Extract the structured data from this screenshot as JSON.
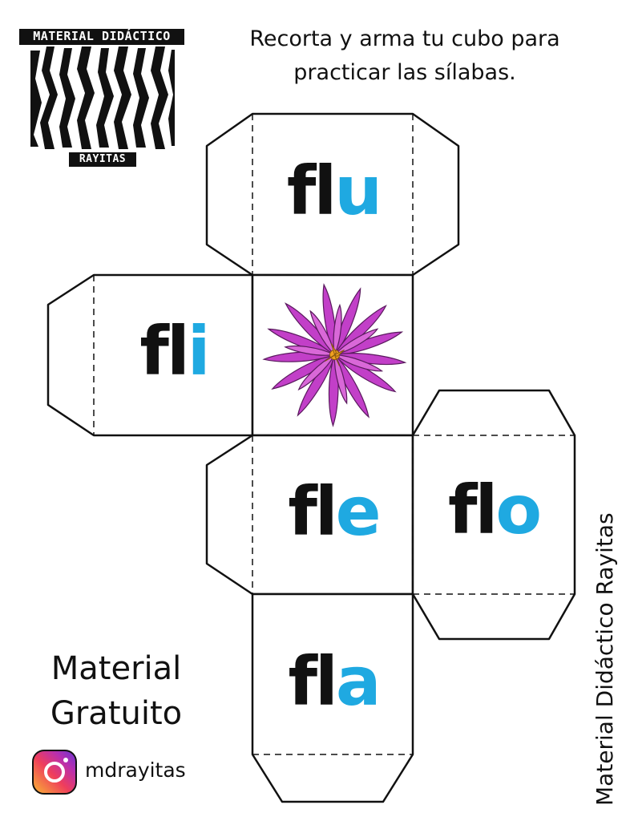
{
  "logo": {
    "top_text": "MATERIAL DIDÁCTICO",
    "bottom_text": "RAYITAS"
  },
  "instructions": {
    "line1": "Recorta y arma tu cubo para",
    "line2": "practicar las sílabas."
  },
  "cube": {
    "faces": [
      {
        "consonants": "fl",
        "vowel": "u"
      },
      {
        "consonants": "fl",
        "vowel": "i"
      },
      {
        "consonants": "fl",
        "vowel": "e"
      },
      {
        "consonants": "fl",
        "vowel": "o"
      },
      {
        "consonants": "fl",
        "vowel": "a"
      }
    ],
    "center_image": "purple-flower"
  },
  "promo": {
    "line1": "Material",
    "line2": "Gratuito"
  },
  "social": {
    "icon": "instagram-icon",
    "handle": "mdrayitas"
  },
  "side_credit": "Material Didáctico Rayitas",
  "colors": {
    "vowel": "#1fa9e1",
    "consonant": "#111111",
    "flower": "#c23fc8",
    "flower_center": "#f0a020"
  }
}
